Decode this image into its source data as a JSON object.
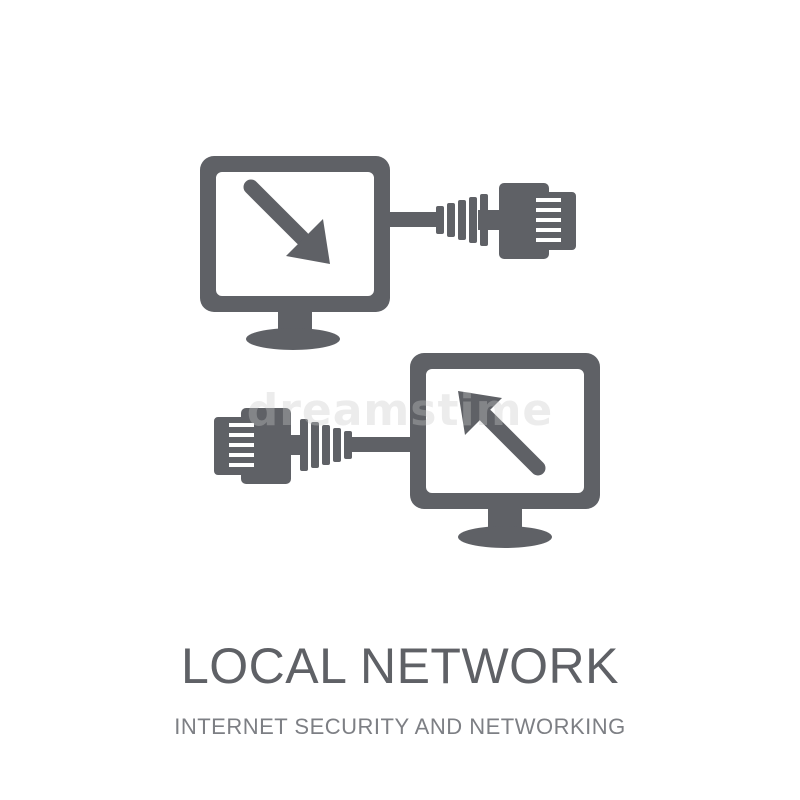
{
  "icon": {
    "name": "local-network-icon",
    "color": "#5f6166",
    "background": "#ffffff",
    "parts": [
      "monitor-icon",
      "arrow-down-right-icon",
      "arrow-up-left-icon",
      "ethernet-plug-icon"
    ]
  },
  "watermark": {
    "text": "dreamstime"
  },
  "caption": {
    "title": "LOCAL NETWORK",
    "subtitle": "INTERNET SECURITY AND NETWORKING"
  }
}
